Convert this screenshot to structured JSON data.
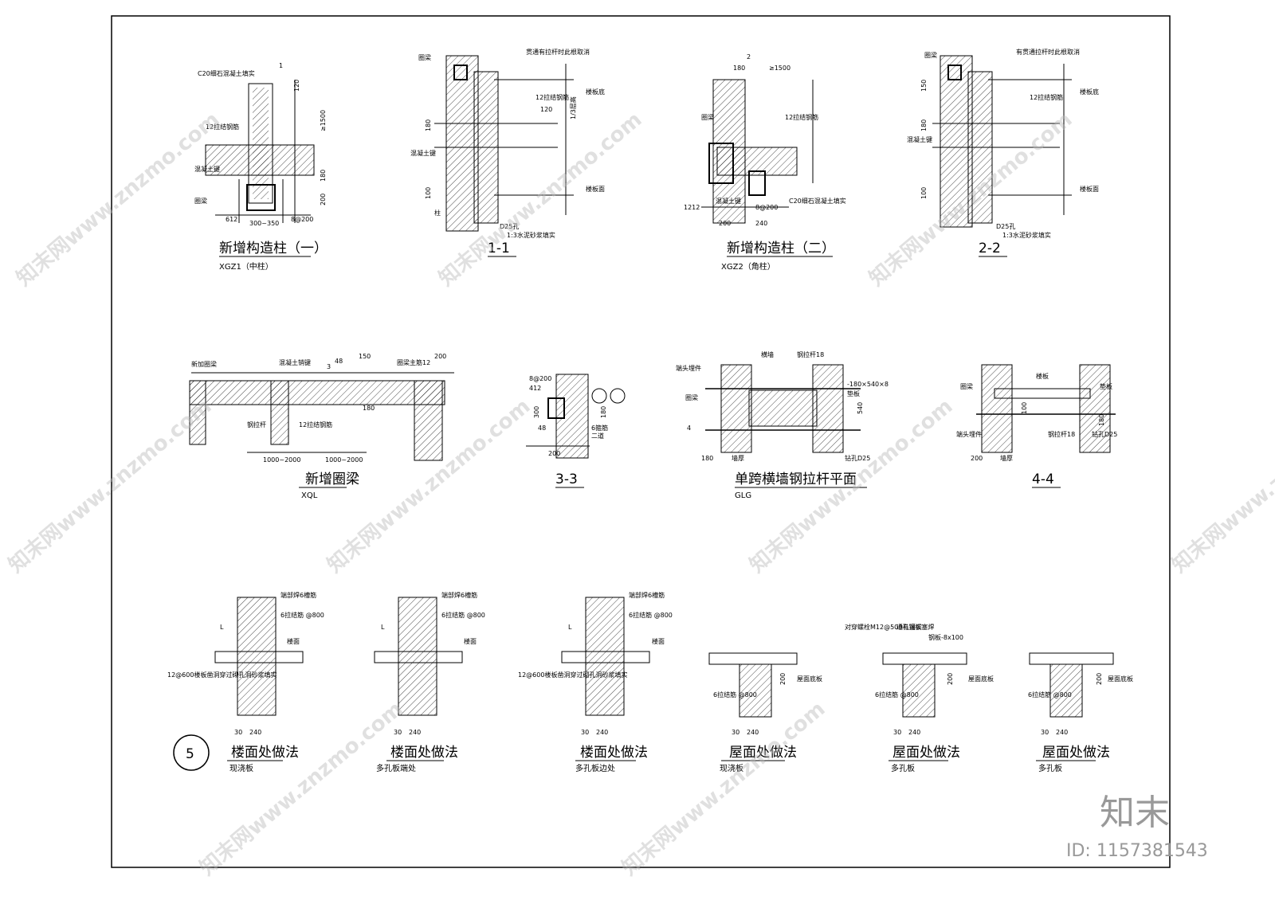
{
  "details": [
    {
      "title": "新增构造柱（一）",
      "code": "XGZ1（中柱）",
      "labels": [
        "C20细石混凝土填实",
        "12拉结钢筋",
        "混凝土键",
        "圈梁",
        "612",
        "300~350",
        "8@200",
        "120",
        "≥1500",
        "180",
        "200",
        "1"
      ]
    },
    {
      "title": "1-1",
      "code": "",
      "labels": [
        "圈梁",
        "贯通有拉杆时此根取消",
        "12拉结钢筋",
        "混凝土键",
        "柱",
        "楼板底",
        "楼板面",
        "D25孔",
        "1:3水泥砂浆填实",
        "1/3层高",
        "180",
        "100",
        "120"
      ]
    },
    {
      "title": "新增构造柱（二）",
      "code": "XGZ2（角柱）",
      "labels": [
        "180",
        "≥1500",
        "12拉结钢筋",
        "圈梁",
        "C20细石混凝土填实",
        "混凝土键",
        "1212",
        "8@200",
        "200",
        "240",
        "2"
      ]
    },
    {
      "title": "2-2",
      "code": "",
      "labels": [
        "圈梁",
        "有贯通拉杆时此根取消",
        "12拉结钢筋",
        "混凝土键",
        "楼板底",
        "楼板面",
        "D25孔",
        "1:3水泥砂浆填实",
        "150",
        "180",
        "100"
      ]
    },
    {
      "title": "新增圈梁",
      "code": "XQL",
      "labels": [
        "新加圈梁",
        "混凝土销键",
        "圈梁主筋12",
        "钢拉杆",
        "1000~2000",
        "48",
        "150",
        "200",
        "3",
        "180"
      ]
    },
    {
      "title": "3-3",
      "code": "",
      "labels": [
        "8@200",
        "412",
        "6箍筋",
        "二道",
        "200",
        "48",
        "300",
        "180"
      ]
    },
    {
      "title": "单跨横墙钢拉杆平面",
      "code": "GLG",
      "labels": [
        "端头埋件",
        "横墙",
        "钢拉杆18",
        "圈梁",
        "-180×540×8",
        "垫板",
        "钻孔D25",
        "墙厚",
        "180",
        "540",
        "4"
      ]
    },
    {
      "title": "4-4",
      "code": "",
      "labels": [
        "圈梁",
        "楼板",
        "垫板",
        "端头埋件",
        "钢拉杆18",
        "钻孔D25",
        "墙厚",
        "200",
        "180",
        "100"
      ]
    },
    {
      "title": "楼面处做法",
      "code": "现浇板",
      "labels": [
        "端部焊6槽筋",
        "6拉结筋 @800",
        "楼面",
        "12@600楼板凿洞穿过砌孔洞砂浆填实",
        "240",
        "30",
        "L"
      ]
    },
    {
      "title": "楼面处做法",
      "code": "多孔板端处",
      "labels": [
        "端部焊6槽筋",
        "6拉结筋 @800",
        "楼面",
        "240",
        "30",
        "L"
      ]
    },
    {
      "title": "楼面处做法",
      "code": "多孔板边处",
      "labels": [
        "端部焊6槽筋",
        "6拉结筋 @800",
        "楼面",
        "12@600楼板凿洞穿过砌孔洞砂浆填实",
        "240",
        "30",
        "L"
      ]
    },
    {
      "title": "屋面处做法",
      "code": "现浇板",
      "labels": [
        "屋面底板",
        "6拉结筋 @800",
        "200",
        "240",
        "30"
      ]
    },
    {
      "title": "屋面处做法",
      "code": "多孔板",
      "labels": [
        "对穿螺栓M12@500与钢板塞焊",
        "通孔灌实",
        "钢板-8x100",
        "屋面底板",
        "6拉结筋 @800",
        "200",
        "240",
        "30"
      ]
    },
    {
      "title": "屋面处做法",
      "code": "多孔板",
      "labels": [
        "屋面底板",
        "6拉结筋 @800",
        "200",
        "240",
        "30"
      ]
    }
  ],
  "circle_number": "5",
  "watermark": {
    "text": "知末网www.znzmo.com",
    "brand": "知末",
    "id": "ID: 1157381543"
  }
}
